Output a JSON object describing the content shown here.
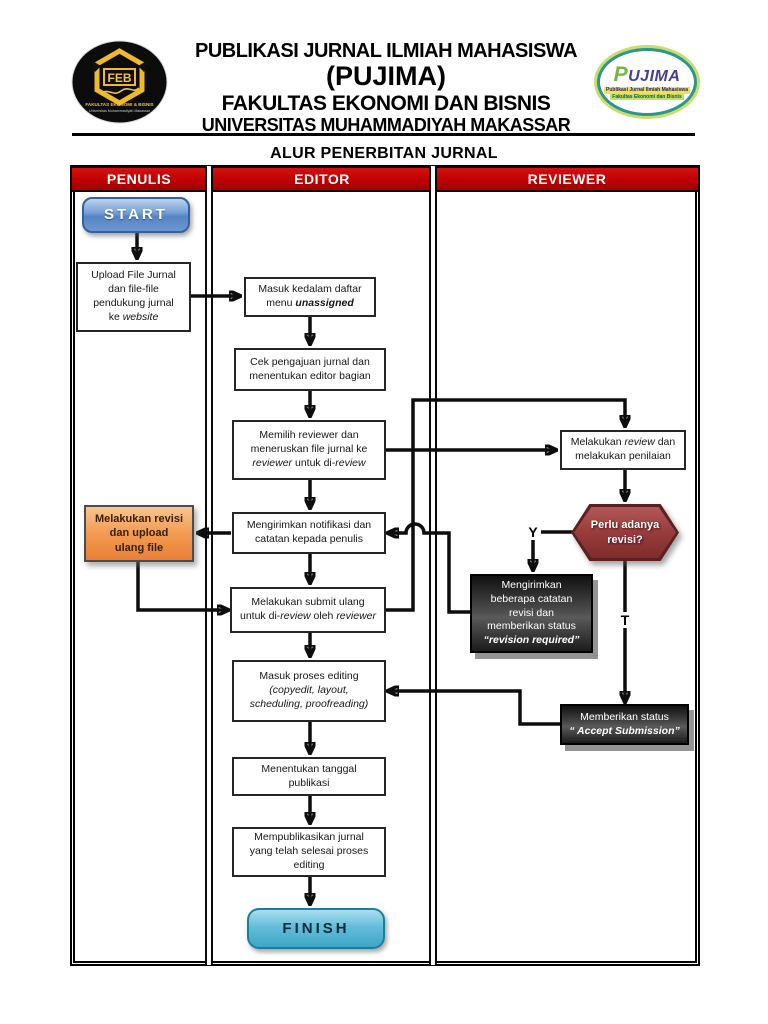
{
  "header": {
    "line1": "PUBLIKASI JURNAL ILMIAH MAHASISWA",
    "line2": "(PUJIMA)",
    "line3": "FAKULTAS EKONOMI DAN BISNIS",
    "line4": "UNIVERSITAS MUHAMMADIYAH MAKASSAR",
    "feb_logo": {
      "abbr": "FEB",
      "sub1": "FAKULTAS EKONOMI & BISNIS",
      "sub2": "Universitas Muhammadiyah Makassar"
    },
    "pujima_logo": {
      "p": "P",
      "rest": "UJIMA",
      "sub1": "Publikasi Jurnal Ilmiah Mahasiswa",
      "sub2": "Fakultas Ekonomi dan Bisnis"
    }
  },
  "diagram": {
    "title": "ALUR PENERBITAN JURNAL",
    "lanes": {
      "penulis": "PENULIS",
      "editor": "EDITOR",
      "reviewer": "REVIEWER"
    },
    "labels": {
      "yes": "Y",
      "no": "T"
    },
    "nodes": {
      "start": {
        "label": "START"
      },
      "upload": {
        "l1": "Upload File Jurnal",
        "l2": "dan file-file",
        "l3": "pendukung jurnal",
        "l4a": "ke ",
        "l4b": "website"
      },
      "unassigned": {
        "l1": "Masuk kedalam daftar",
        "l2a": "menu ",
        "l2b": "unassigned"
      },
      "cek": {
        "l1": "Cek pengajuan jurnal dan",
        "l2": "menentukan editor bagian"
      },
      "memilih": {
        "l1": "Memilih reviewer dan",
        "l2": "meneruskan file jurnal ke",
        "l3a": "reviewer",
        "l3b": " untuk di-",
        "l3c": "review"
      },
      "notifikasi": {
        "l1": "Mengirimkan notifikasi dan",
        "l2": "catatan kepada penulis"
      },
      "submit": {
        "l1": "Melakukan submit ulang",
        "l2a": "untuk di-",
        "l2b": "review",
        "l2c": " oleh ",
        "l2d": "reviewer"
      },
      "editing": {
        "l1": "Masuk proses editing",
        "l2": "(copyedit, layout,",
        "l3": "scheduling, proofreading)"
      },
      "tanggal": {
        "l1": "Menentukan tanggal",
        "l2": "publikasi"
      },
      "publikasi": {
        "l1": "Mempublikasikan jurnal",
        "l2": "yang telah selesai proses",
        "l3": "editing"
      },
      "finish": {
        "label": "FINISH"
      },
      "revisi": {
        "l1": "Melakukan revisi",
        "l2": "dan upload",
        "l3": "ulang file"
      },
      "review": {
        "l1a": "Melakukan ",
        "l1b": "review",
        "l1c": " dan",
        "l2": "melakukan penilaian"
      },
      "decision": {
        "l1": "Perlu adanya",
        "l2": "revisi?"
      },
      "dark_revision": {
        "l1": "Mengirimkan",
        "l2": "beberapa catatan",
        "l3": "revisi dan",
        "l4": "memberikan status",
        "l5": "“revision required”"
      },
      "dark_accept": {
        "l1": "Memberikan status",
        "l2": "“ Accept Submission”"
      }
    }
  },
  "colors": {
    "lane_header_red": "#c00000",
    "start_blue": "#5584c4",
    "finish_cyan": "#4babc9",
    "revision_orange": "#f29b53",
    "decision_red": "#9a3e3e",
    "status_dark": "#3a3a3a",
    "line_black": "#0d0d0d"
  }
}
